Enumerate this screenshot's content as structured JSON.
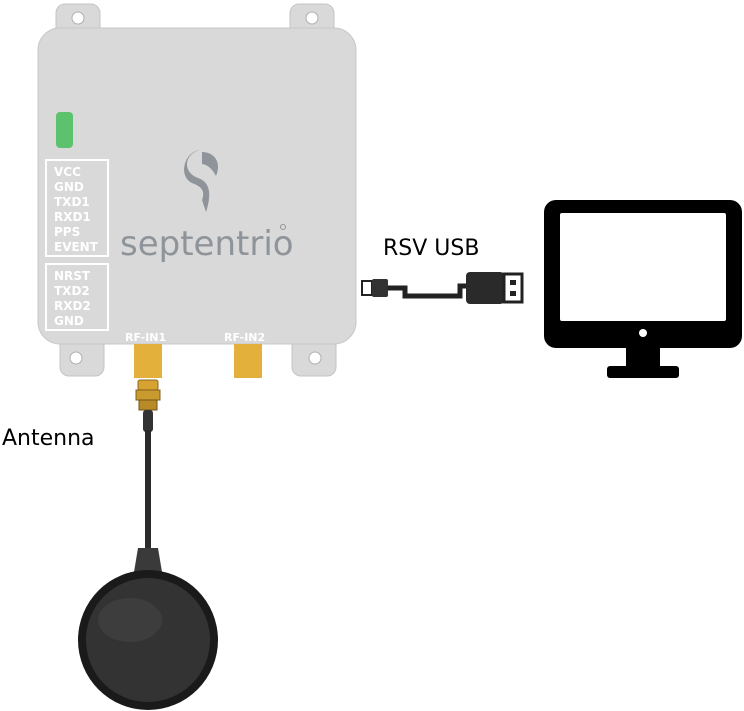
{
  "receiver": {
    "brand": "septentrio",
    "pins_group1": [
      "VCC",
      "GND",
      "TXD1",
      "RXD1",
      "PPS",
      "EVENT"
    ],
    "pins_group2": [
      "NRST",
      "TXD2",
      "RXD2",
      "GND"
    ],
    "rf_ports": [
      "RF-IN1",
      "RF-IN2"
    ]
  },
  "labels": {
    "usb_cable": "RSV USB",
    "antenna": "Antenna"
  },
  "colors": {
    "housing": "#d9d9d9",
    "led": "#5cc26d",
    "rf_connector": "#e3b13b",
    "cable": "#222222",
    "monitor": "#000000"
  },
  "icons": {
    "brand_logo": "septentrio-logo-icon",
    "monitor": "computer-monitor-icon",
    "antenna": "gnss-antenna-icon"
  }
}
